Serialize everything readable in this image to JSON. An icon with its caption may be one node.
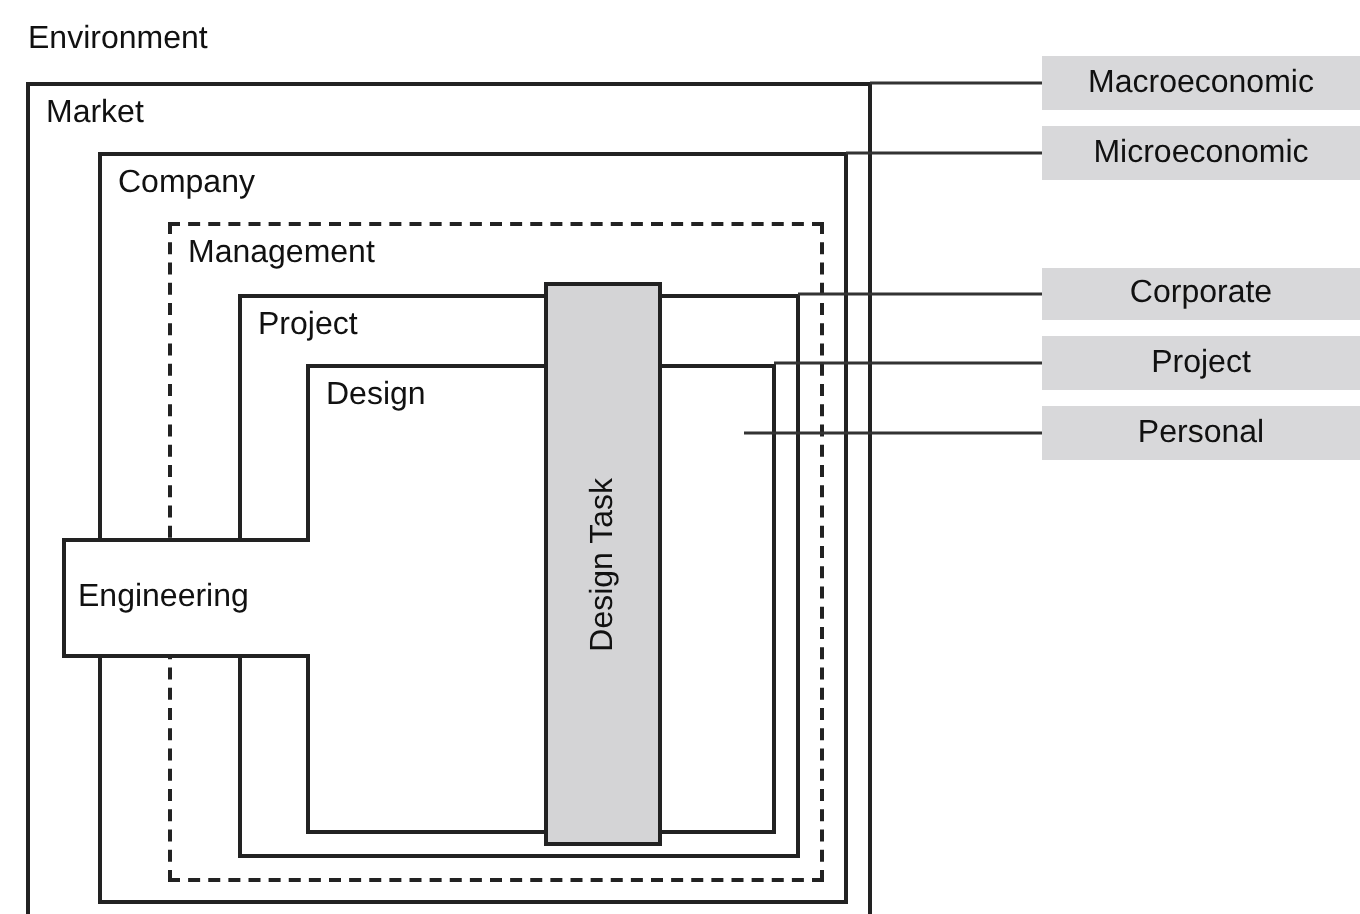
{
  "diagram": {
    "nodes": [
      {
        "text": [
          "Market"
        ]
      },
      {
        "text": [
          "Company"
        ],
        "in": 0
      },
      {
        "text": [
          "Management"
        ],
        "in": 1
      },
      {
        "text": [
          "Project"
        ],
        "in": 2
      },
      {
        "text": [
          "Design"
        ],
        "in": 3
      },
      {
        "text": [
          "Engineering"
        ],
        "in": 0
      },
      {
        "text": [
          "Design Task"
        ],
        "in": 3
      },
      {
        "text": [
          "Macroeconomic"
        ]
      },
      {
        "text": [
          "Microeconomic"
        ]
      },
      {
        "text": [
          "Corporate"
        ]
      },
      {
        "text": [
          "Project"
        ]
      },
      {
        "text": [
          "Personal"
        ]
      }
    ],
    "edges": [
      {
        "from": 7,
        "to": 0,
        "arrow": "none"
      },
      {
        "from": 8,
        "to": 1,
        "arrow": "none"
      },
      {
        "from": 9,
        "to": 3,
        "arrow": "none"
      },
      {
        "from": 10,
        "to": 4,
        "arrow": "none"
      },
      {
        "from": 11,
        "to": 4,
        "arrow": "none"
      }
    ],
    "labels": [
      "Environment"
    ]
  }
}
